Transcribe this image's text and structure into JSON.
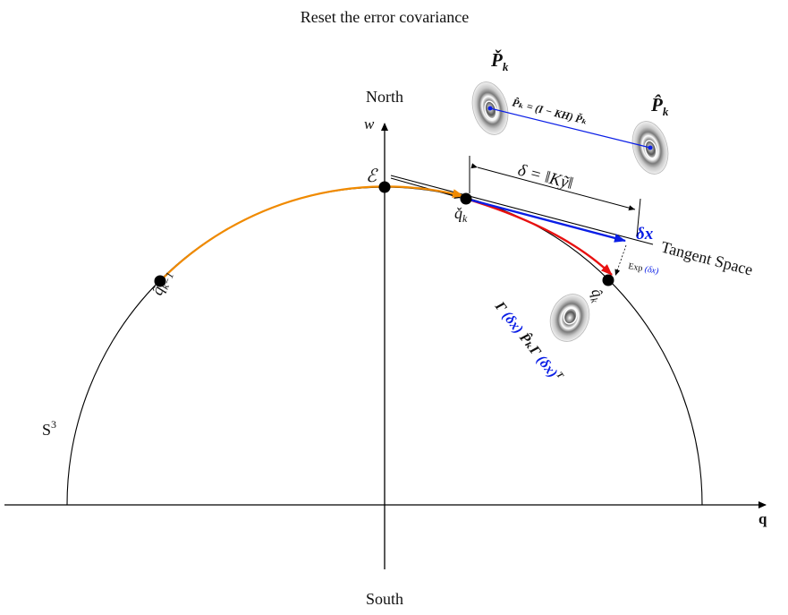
{
  "title": "Reset the error covariance",
  "labels": {
    "north": "North",
    "south": "South",
    "w_axis": "w",
    "q_axis": "q",
    "sphere": "S",
    "sphere_sup": "3",
    "epsilon": "ℰ",
    "q_prev": "q̂",
    "q_prev_sub": "k−1",
    "q_check": "q̌",
    "q_check_sub": "k",
    "q_hat": "q̂",
    "q_hat_sub": "k",
    "P_check": "P̌",
    "P_check_sub": "k",
    "P_hat": "P̂",
    "P_hat_sub": "k",
    "update_eq": "P̂ₖ = (I − KH) P̌ₖ",
    "delta_eq": "δ = ‖Kỹ‖",
    "delta_x": "δx",
    "tangent_space": "Tangent Space",
    "exp_label": "Exp",
    "exp_arg": "(δx)",
    "gamma_pre": "Γ",
    "gamma_arg1": "(δx)",
    "gamma_mid": "P̂ₖΓ",
    "gamma_arg2": "(δx)",
    "gamma_sup": "T"
  },
  "colors": {
    "orange": "#f08a00",
    "red": "#e81010",
    "blue": "#0a1ee6",
    "black": "#000000"
  }
}
